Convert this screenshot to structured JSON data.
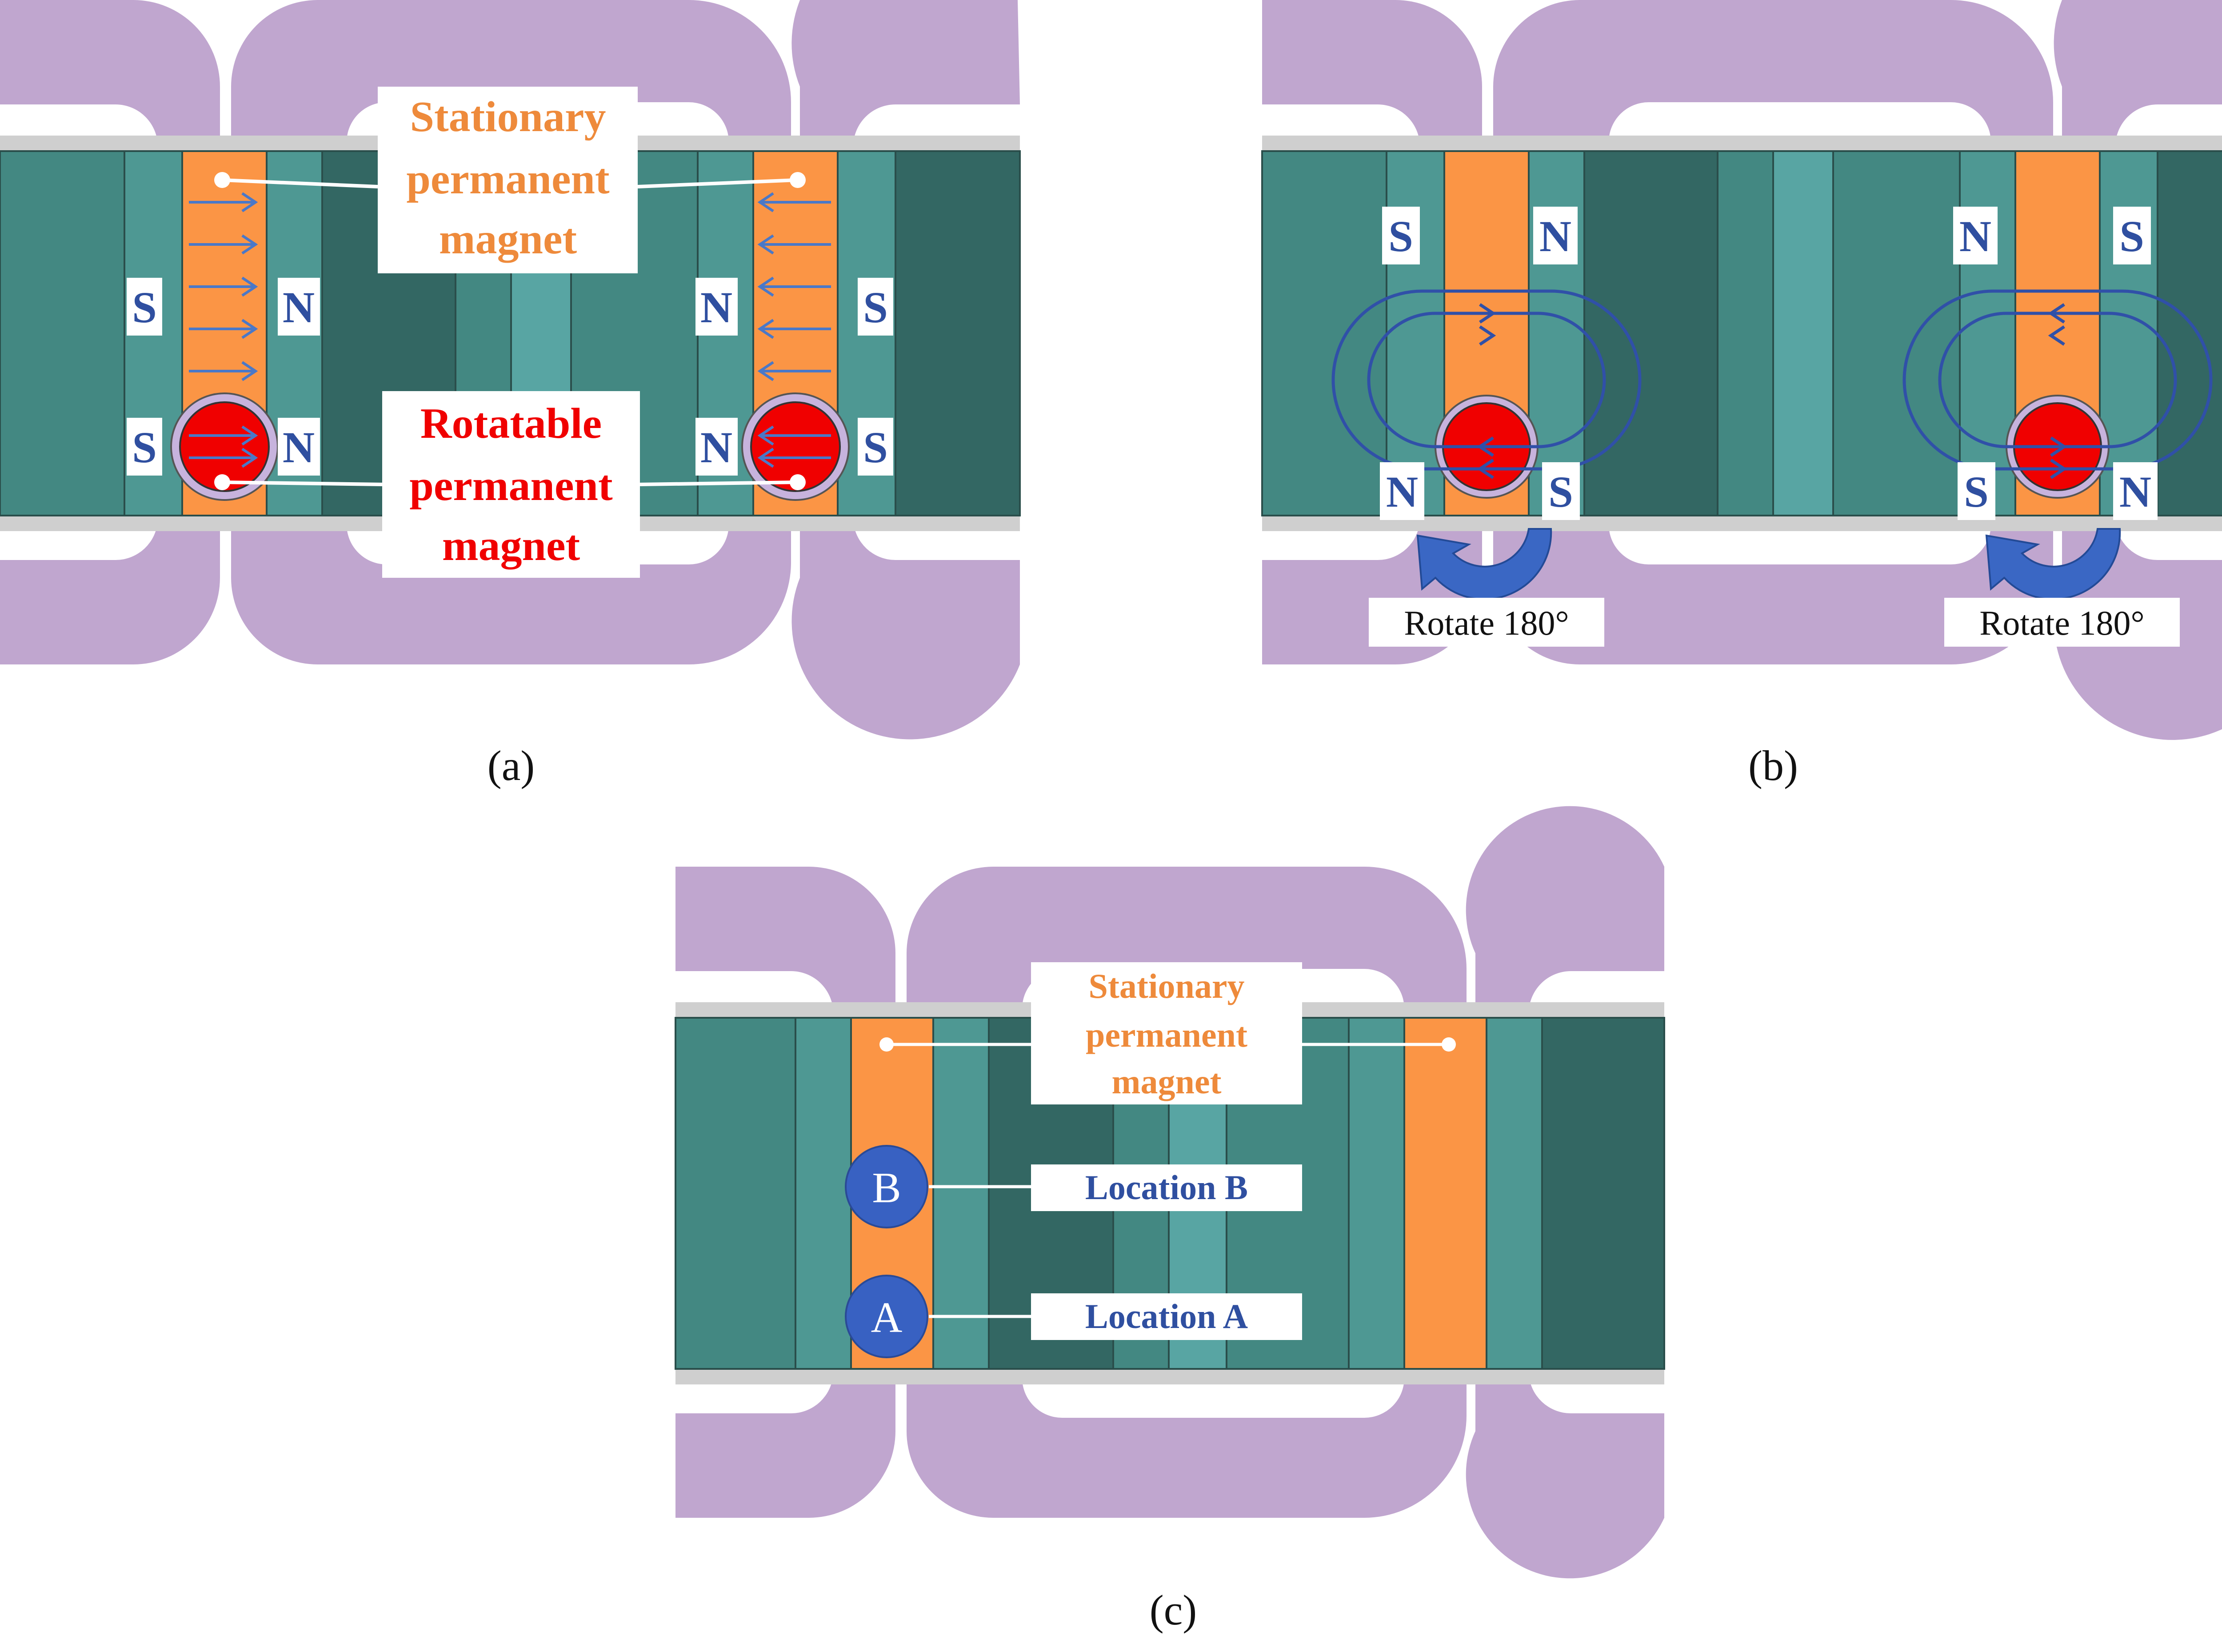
{
  "panels": {
    "a": {
      "caption": "(a)",
      "stationary_label": [
        "Stationary",
        "permanent",
        "magnet"
      ],
      "rotatable_label": [
        "Rotatable",
        "permanent",
        "magnet"
      ],
      "left_pm_upper_poles": [
        "S",
        "N"
      ],
      "left_pm_lower_poles": [
        "S",
        "N"
      ],
      "right_pm_upper_poles": [
        "N",
        "S"
      ],
      "right_pm_lower_poles": [
        "N",
        "S"
      ]
    },
    "b": {
      "caption": "(b)",
      "left_upper_poles": [
        "S",
        "N"
      ],
      "left_lower_poles": [
        "N",
        "S"
      ],
      "right_upper_poles": [
        "N",
        "S"
      ],
      "right_lower_poles": [
        "S",
        "N"
      ],
      "rotate_label": "Rotate 180°"
    },
    "c": {
      "caption": "(c)",
      "stationary_label": [
        "Stationary",
        "permanent",
        "magnet"
      ],
      "location_b_label": "Location B",
      "location_a_label": "Location A",
      "marker_b": "B",
      "marker_a": "A"
    }
  },
  "colors": {
    "coil": "#c0a6cf",
    "magnet_stationary": "#fb9545",
    "magnet_rotatable": "#f00000",
    "iron_dark": "#336763",
    "iron_mid": "#438882",
    "iron_light": "#4e9893",
    "iron_center": "#58a5a3",
    "flux_line": "#3050a8",
    "marker": "#3861c2",
    "label_orange": "#ee8a3b",
    "label_blue": "#2f4fa0"
  }
}
